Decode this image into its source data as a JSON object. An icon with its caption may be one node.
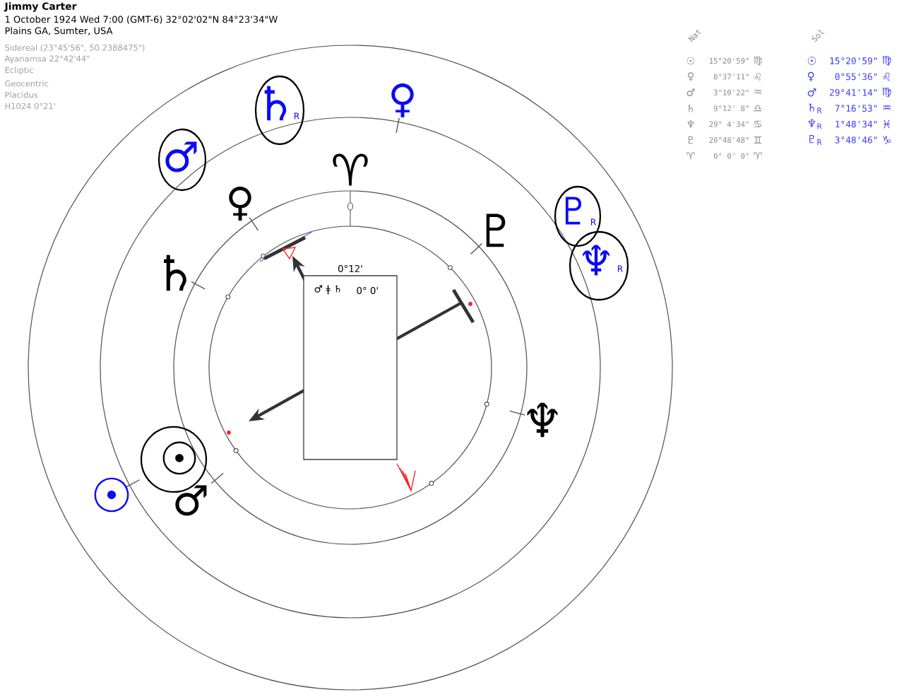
{
  "diagram": {
    "title": "Jimmy Carter",
    "nodes": [
      {
        "text": [
          "♄",
          "R"
        ]
      },
      {
        "text": [
          "♂"
        ]
      },
      {
        "text": [
          "♇",
          "R"
        ]
      },
      {
        "text": [
          "♆",
          "R"
        ]
      },
      {
        "text": [
          "0°12'",
          "♂ ǂ ♄",
          "0° 0'"
        ]
      },
      {
        "text": [
          "☉"
        ]
      }
    ],
    "labels": [
      "1 October 1924 Wed 7:00 (GMT-6) 32°02'02\"N 84°23'34\"W",
      "Plains GA, Sumter, USA",
      "Sidereal (23°45'56\", 50.2388475\")",
      "Ayanamsa 22°42'44\"",
      "Ecliptic",
      "Geocentric",
      "Placidus",
      "H1024 0°21'",
      "Nat",
      "Sol",
      "☉",
      "15°20'59\"",
      "♍",
      "☉",
      "15°20'59\"",
      "♍",
      "♀",
      "0°37'11\"",
      "♌",
      "♀",
      "0°55'36\"",
      "♌",
      "♂",
      "3°10'22\"",
      "♒",
      "♂",
      "29°41'14\"",
      "♍",
      "♄",
      "9°12' 8\"",
      "♎",
      "♄$_{R}$",
      "7°16'53\"",
      "♒",
      "♆",
      "29° 4'34\"",
      "♋",
      "♆$_{R}$",
      "1°48'34\"",
      "♓",
      "♇",
      "20°48'48\"",
      "♊",
      "♇$_{R}$",
      "3°48'46\"",
      "♑",
      "♈",
      "0° 0' 0\"",
      "♈",
      "♀",
      "♈",
      "♀",
      "♇",
      "♄",
      "♆",
      "☉",
      "♂"
    ]
  }
}
